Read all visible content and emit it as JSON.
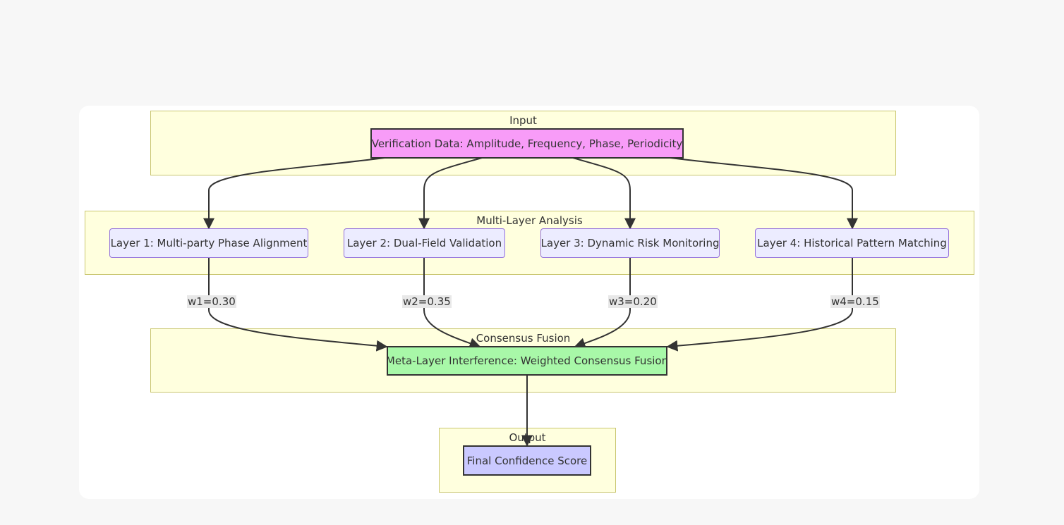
{
  "clusters": {
    "input": "Input",
    "analysis": "Multi-Layer Analysis",
    "fusion": "Consensus Fusion",
    "output": "Output"
  },
  "nodes": {
    "input": "Verification Data: Amplitude, Frequency, Phase, Periodicity",
    "layer1": "Layer 1: Multi-party Phase Alignment",
    "layer2": "Layer 2: Dual-Field Validation",
    "layer3": "Layer 3: Dynamic Risk Monitoring",
    "layer4": "Layer 4: Historical Pattern Matching",
    "meta": "Meta-Layer Interference: Weighted Consensus Fusion",
    "output": "Final Confidence Score"
  },
  "edge_labels": {
    "w1": "w1=0.30",
    "w2": "w2=0.35",
    "w3": "w3=0.20",
    "w4": "w4=0.15"
  },
  "colors": {
    "input_fill": "#f89cf8",
    "meta_fill": "#a8f8a8",
    "output_fill": "#cac9ff",
    "layer_fill": "#ececff",
    "cluster_fill": "#ffffde"
  }
}
